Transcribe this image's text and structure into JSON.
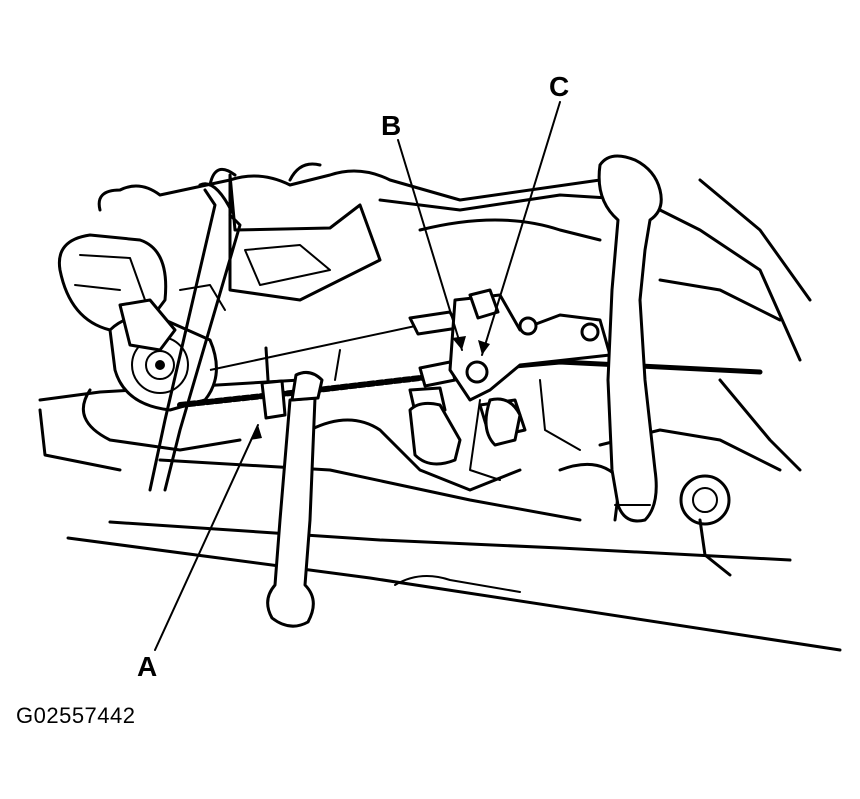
{
  "callouts": {
    "a": "A",
    "b": "B",
    "c": "C"
  },
  "figure_id": "G02557442",
  "colors": {
    "ink": "#000000",
    "paper": "#ffffff"
  }
}
